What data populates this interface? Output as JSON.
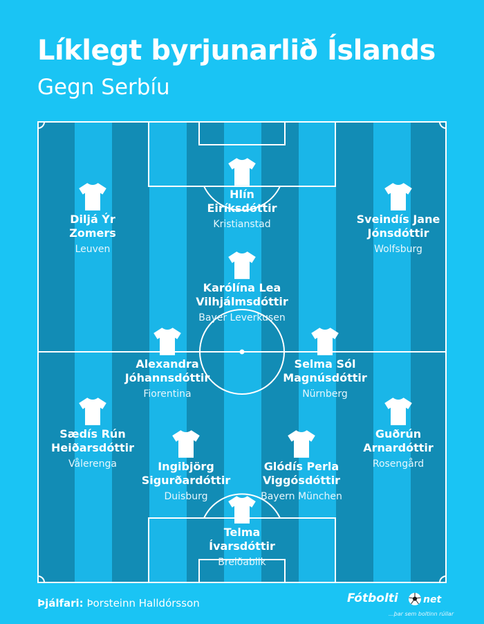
{
  "header": {
    "title": "Líklegt byrjunarlið Íslands",
    "subtitle": "Gegn Serbíu"
  },
  "players": [
    {
      "name": "Hlín\nEiríksdóttir",
      "club": "Kristianstad"
    },
    {
      "name": "Diljá Ýr\nZomers",
      "club": "Leuven"
    },
    {
      "name": "Sveindís Jane\nJónsdóttir",
      "club": "Wolfsburg"
    },
    {
      "name": "Karólína Lea\nVilhjálmsdóttir",
      "club": "Bayer Leverkusen"
    },
    {
      "name": "Alexandra\nJóhannsdóttir",
      "club": "Fiorentina"
    },
    {
      "name": "Selma Sól\nMagnúsdóttir",
      "club": "Nürnberg"
    },
    {
      "name": "Sædís Rún\nHeiðarsdóttir",
      "club": "Vålerenga"
    },
    {
      "name": "Ingibjörg\nSigurðardóttir",
      "club": "Duisburg"
    },
    {
      "name": "Glódís Perla\nViggósdóttir",
      "club": "Bayern München"
    },
    {
      "name": "Guðrún\nArnardóttir",
      "club": "Rosengård"
    },
    {
      "name": "Telma\nÍvarsdóttir",
      "club": "Breiðablik"
    }
  ],
  "footer": {
    "coach_label": "Þjálfari:",
    "coach_name": "Þorsteinn Halldórsson",
    "logo_brand": "Fótbolti",
    "logo_net": "net",
    "logo_tagline": "...þar sem boltinn rúllar"
  },
  "colors": {
    "background": "#1ac4f4",
    "stripe_dark": "#128cb5",
    "stripe_light": "#1ab6e8",
    "lines": "#ffffff"
  }
}
